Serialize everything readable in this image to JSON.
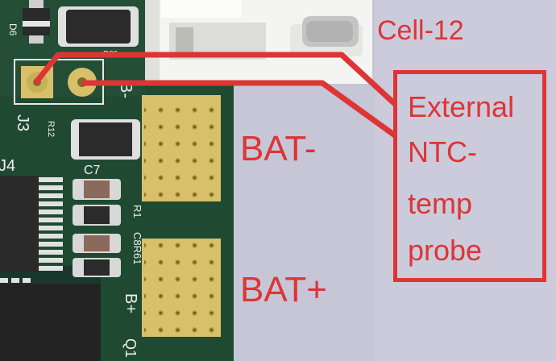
{
  "labels": {
    "cell": "Cell-12",
    "bat_minus": "BAT-",
    "bat_plus": "BAT+",
    "callout_lines": [
      "External",
      "NTC-",
      "temp",
      "probe"
    ]
  },
  "silkscreen": {
    "d6": "D6",
    "j3": "J3",
    "b_minus": "B-",
    "r12": "R12",
    "j4": "J4",
    "c7": "C7",
    "r1": "R1",
    "c8r61": "C8R61",
    "b_plus": "B+",
    "q1": "Q1",
    "r29": "R29"
  },
  "colors": {
    "annotation_red": "#dd3535",
    "pcb_green": "#1f4a31",
    "pad_gold": "#d8c06a",
    "background_lavender": "#c6c6d6"
  }
}
